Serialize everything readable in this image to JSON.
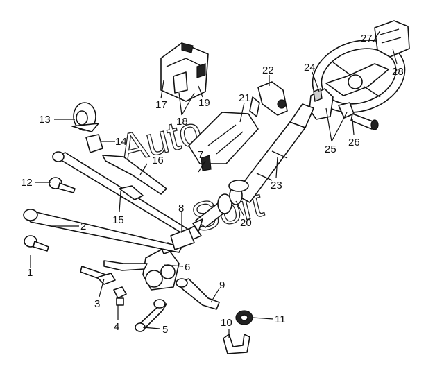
{
  "diagram": {
    "watermark": [
      "Auto",
      "Soft"
    ],
    "part_numbers": [
      "1",
      "2",
      "3",
      "4",
      "5",
      "6",
      "7",
      "8",
      "9",
      "10",
      "11",
      "12",
      "13",
      "14",
      "15",
      "16",
      "17",
      "18",
      "19",
      "20",
      "21",
      "22",
      "23",
      "24",
      "25",
      "26",
      "27",
      "28"
    ]
  }
}
